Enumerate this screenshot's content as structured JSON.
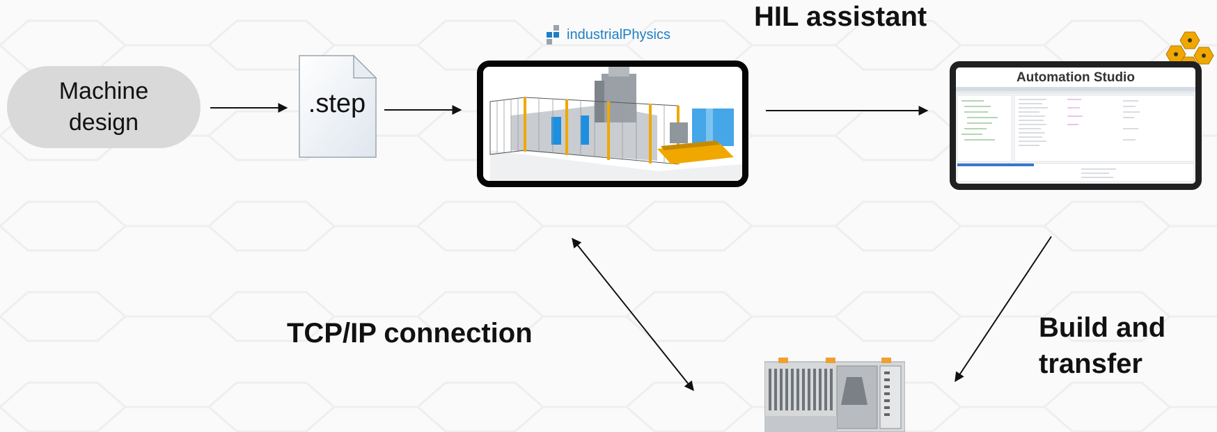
{
  "nodes": {
    "machine_design": {
      "line1": "Machine",
      "line2": "design"
    },
    "step_file": {
      "label": ".step"
    },
    "industrial_physics": {
      "brand": "industrialPhysics"
    },
    "automation_studio": {
      "title": "Automation Studio"
    }
  },
  "labels": {
    "hil_assistant": "HIL assistant",
    "tcp_ip": "TCP/IP connection",
    "build_line1": "Build and",
    "build_line2": "transfer"
  },
  "colors": {
    "pill_fill": "#d9d9d9",
    "brand_blue": "#1f7fc4",
    "fence_orange": "#f0a800",
    "frame_black": "#050505"
  },
  "icons": {
    "file": "document-icon",
    "logo": "industrialphysics-logo",
    "badge": "hexagon-badge-icon",
    "plc": "plc-controller-icon"
  }
}
